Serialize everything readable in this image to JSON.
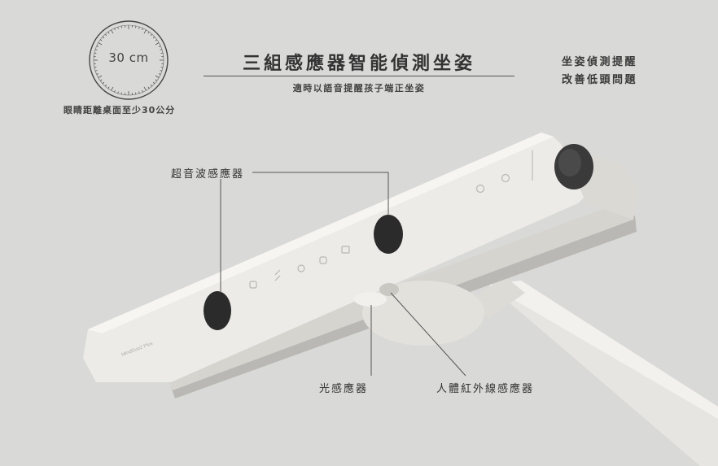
{
  "dial": {
    "label": "30 cm"
  },
  "eye_note": "眼睛距離桌面至少30公分",
  "headline": "三組感應器智能偵測坐姿",
  "subline": "適時以語音提醒孩子端正坐姿",
  "side": {
    "line1": "坐姿偵測提醒",
    "line2": "改善低頭問題"
  },
  "callouts": {
    "ultrasonic": "超音波感應器",
    "light": "光感應器",
    "infrared": "人體紅外線感應器"
  },
  "product_text": "MindDuo2 Plus",
  "colors": {
    "background": "#d9d9d7",
    "lamp_body": "#ecebe7",
    "sensor_hole": "#2b2b2b",
    "text": "#3a3a3a"
  }
}
